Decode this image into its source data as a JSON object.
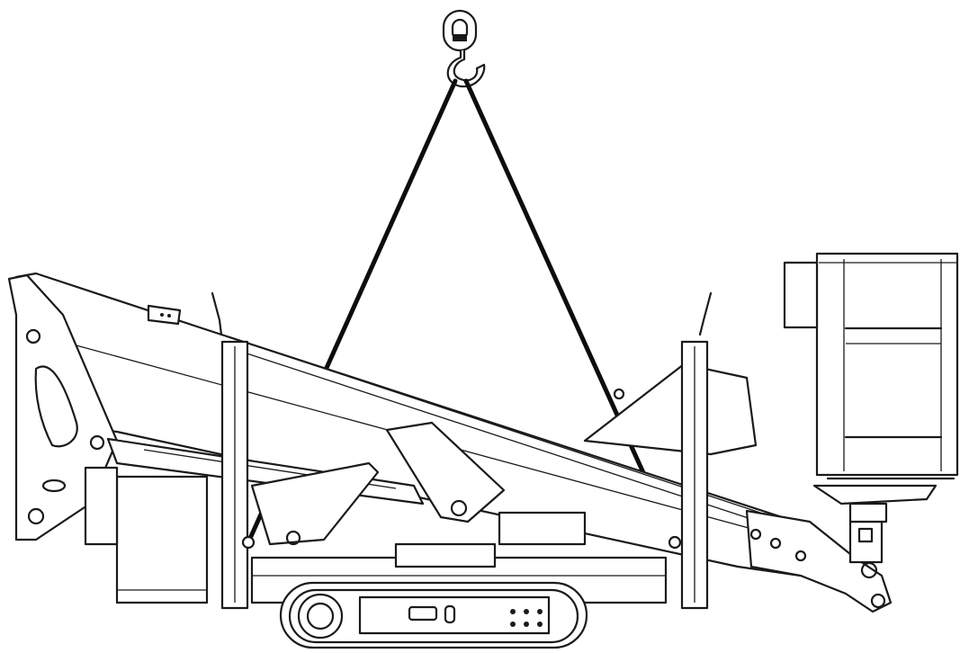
{
  "figure": {
    "colors": {
      "line": "#1a1a1a",
      "sling": "#0d0d0d",
      "background": "#ffffff"
    },
    "parts": [
      "crane-hook",
      "lifting-slings",
      "boom",
      "basket",
      "crawler-track",
      "chassis",
      "outrigger-legs",
      "lifting-points"
    ]
  }
}
